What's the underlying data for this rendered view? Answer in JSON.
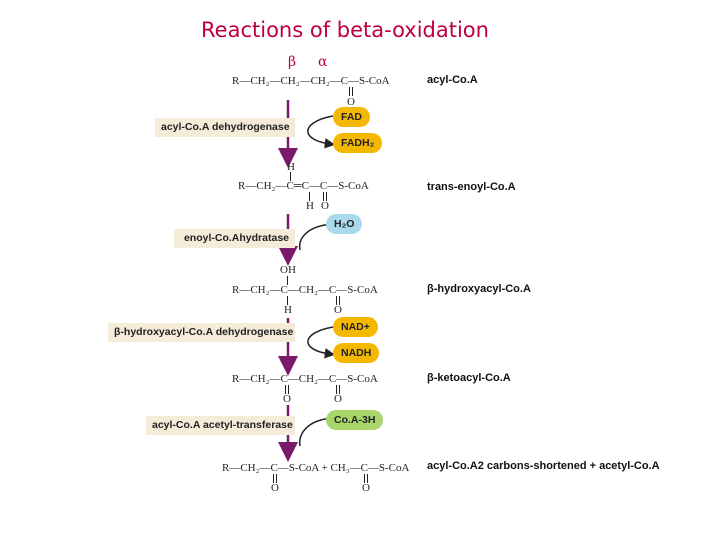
{
  "title": "Reactions of beta-oxidation",
  "greek": {
    "beta": "β",
    "alpha": "α"
  },
  "compounds": [
    {
      "formula": "R—CH₂—CH₂—CH₂—C—S-CoA",
      "below": "O",
      "name": "acyl-Co.A"
    },
    {
      "formula": "R—CH₂—C═C—C—S-CoA",
      "above": "H",
      "below_c1": "H",
      "below_c2": "O",
      "name": "trans-enoyl-Co.A"
    },
    {
      "formula": "R—CH₂—C—CH₂—C—S-CoA",
      "above": "OH",
      "below_c1": "H",
      "below_c2": "O",
      "name": "β-hydroxyacyl-Co.A"
    },
    {
      "formula": "R—CH₂—C—CH₂—C—S-CoA",
      "below_c1": "O",
      "below_c2": "O",
      "name": "β-ketoacyl-Co.A"
    },
    {
      "formula": "R—CH₂—C—S-CoA + CH₃—C—S-CoA",
      "below_c1": "O",
      "below_c2": "O",
      "name": "acyl-Co.A2 carbons-shortened + acetyl-Co.A"
    }
  ],
  "enzymes": [
    "acyl-Co.A dehydrogenase",
    "enoyl-Co.Ahydratase",
    "β-hydroxyacyl-Co.A dehydrogenase",
    "acyl-Co.A acetyl-transferase"
  ],
  "cofactors": {
    "step1_in": "FAD",
    "step1_out": "FADH₂",
    "step2_in": "H₂O",
    "step3_in": "NAD+",
    "step3_out": "NADH",
    "step4_in": "Co.A-3H"
  },
  "colors": {
    "title": "#c0003c",
    "arrow": "#7a1a6a",
    "fad": "#f5b800",
    "water": "#a9d9ea",
    "coa": "#a9d66b",
    "enzyme_bg": "#f4ecd9"
  }
}
